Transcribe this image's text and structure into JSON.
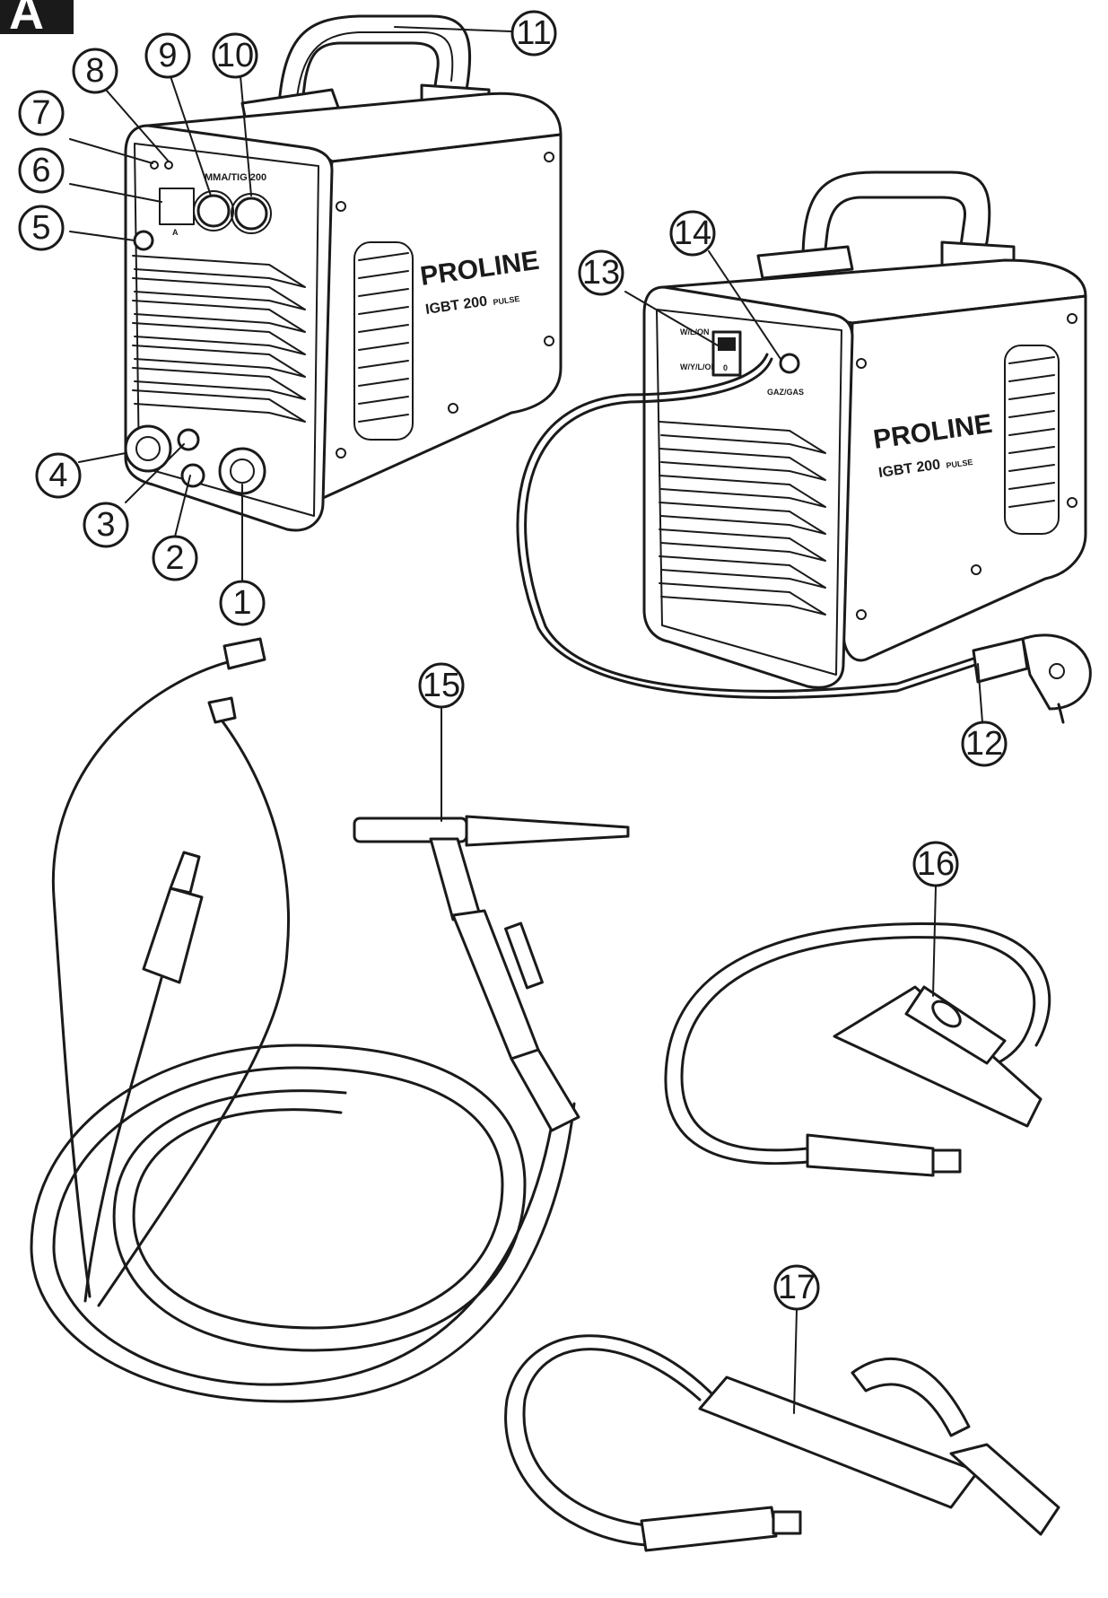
{
  "figure_label": "A",
  "front_unit": {
    "brand": "PROLINE",
    "model": "IGBT 200",
    "model_suffix": "PULSE",
    "panel_title": "MMA/TIG 200",
    "panel_unit": "A"
  },
  "rear_unit": {
    "brand": "PROLINE",
    "model": "IGBT 200",
    "model_suffix": "PULSE",
    "switch_on": "W/L/ON",
    "switch_off": "W/Y/L/OFF",
    "switch_mark": "0",
    "gas_label": "GAZ/GAS"
  },
  "callouts": [
    "1",
    "2",
    "3",
    "4",
    "5",
    "6",
    "7",
    "8",
    "9",
    "10",
    "11",
    "12",
    "13",
    "14",
    "15",
    "16",
    "17"
  ]
}
